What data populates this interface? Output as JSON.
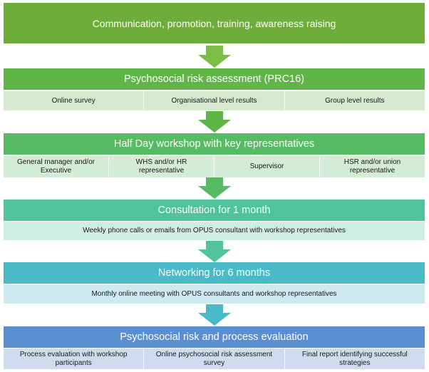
{
  "stage1": {
    "title": "Communication, promotion, training, awareness raising",
    "color": "#6ead3a"
  },
  "stage2": {
    "title": "Psychosocial risk assessment (PRC16)",
    "color": "#60b547",
    "sub_color": "#d6e9cf",
    "items": [
      "Online survey",
      "Organisational level results",
      "Group level results"
    ]
  },
  "stage3": {
    "title": "Half Day workshop with key representatives",
    "color": "#57bb63",
    "sub_color": "#d2ecd6",
    "items": [
      "General manager and/or Executive",
      "WHS and/or HR representative",
      "Supervisor",
      "HSR and/or union representative"
    ]
  },
  "stage4": {
    "title": "Consultation for 1 month",
    "color": "#4fc49a",
    "sub_color": "#cfeee3",
    "items": [
      "Weekly phone calls or emails from OPUS consultant with workshop representatives"
    ]
  },
  "stage5": {
    "title": "Networking for 6 months",
    "color": "#4ab9c8",
    "sub_color": "#cdeaee",
    "items": [
      "Monthly online meeting with OPUS consultants and workshop representatives"
    ]
  },
  "stage6": {
    "title": "Psychosocial risk and process evaluation",
    "color": "#5a8fd1",
    "sub_color": "#cfdcef",
    "items": [
      "Process evaluation with workshop participants",
      "Online psychosocial risk assessment survey",
      "Final report identifying successful strategies"
    ]
  },
  "arrow_colors": [
    "#7dbd45",
    "#60b547",
    "#57bb63",
    "#4fc49a",
    "#4ab9c8"
  ]
}
